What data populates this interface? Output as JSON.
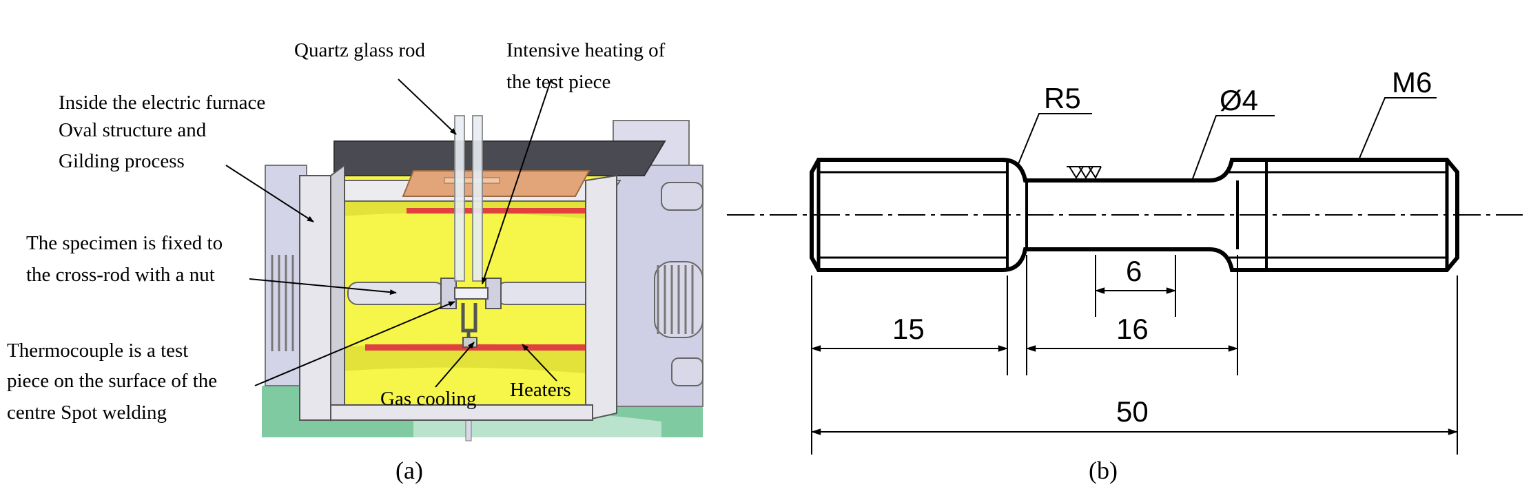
{
  "panel_a": {
    "caption": "(a)",
    "labels": {
      "quartz_rod": "Quartz glass rod",
      "heating_line1": "Intensive heating of",
      "heating_line2": "the test piece",
      "furnace_line1": "Inside the electric furnace",
      "furnace_line2": "Oval structure and",
      "furnace_line3": "Gilding process",
      "specimen_line1": "The specimen is fixed to",
      "specimen_line2": "the cross-rod with a nut",
      "thermo_line1": "Thermocouple is a test",
      "thermo_line2": "piece on the surface of the",
      "thermo_line3": "centre Spot welding",
      "gas_cooling": "Gas cooling",
      "heaters": "Heaters"
    },
    "colors": {
      "yellow": "#f6f54a",
      "copper": "#e2a579",
      "frame": "#e6e6ec",
      "dark_top": "#4a4a52",
      "green_base": "#7fcaa0",
      "heater_red": "#e04040"
    }
  },
  "panel_b": {
    "caption": "(b)",
    "dimensions": {
      "radius": "R5",
      "gauge_diameter": "Ø4",
      "thread": "M6",
      "small_gauge": "6",
      "left_grip": "15",
      "gauge_length": "16",
      "total_length": "50"
    }
  }
}
